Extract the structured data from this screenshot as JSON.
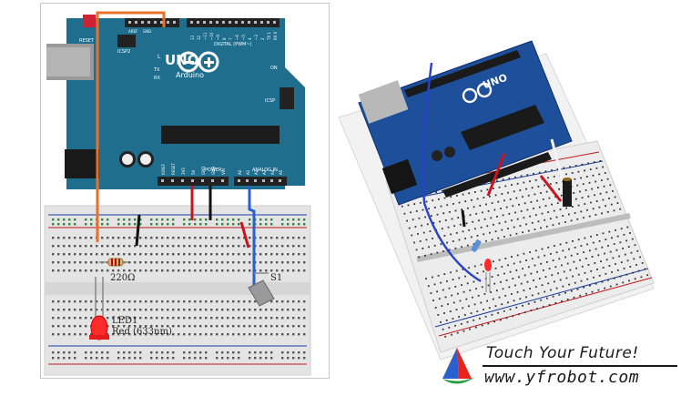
{
  "diagram": {
    "board": {
      "logo_text": "UNO",
      "brand_text": "Arduino",
      "reset_label": "RESET",
      "icsp2_label": "ICSP2",
      "icsp_label": "ICSP",
      "digital_label": "DIGITAL (PWM~)",
      "power_label": "POWER",
      "analog_label": "ANALOG IN",
      "l_label": "L",
      "tx_label": "TX",
      "rx_label": "RX",
      "on_label": "ON",
      "aref_label": "AREF",
      "gnd_label": "GND",
      "digital_pins": [
        "13",
        "12",
        "~11",
        "~10",
        "~9",
        "8",
        "7",
        "~6",
        "~5",
        "4",
        "~3",
        "2",
        "TX 1",
        "RX 0"
      ],
      "power_pins": [
        "IOREF",
        "RESET",
        "3V3",
        "5V",
        "GND",
        "GND",
        "VIN"
      ],
      "analog_pins": [
        "A0",
        "A1",
        "A2",
        "A3",
        "A4",
        "A5"
      ]
    },
    "resistor_label": "220Ω",
    "led_label_line1": "LED1",
    "led_label_line2": "Red (633nm)",
    "switch_label": "S1"
  },
  "photo": {
    "board_logo_text": "UNO"
  },
  "branding": {
    "slogan": "Touch Your Future!",
    "website": "www.yfrobot.com"
  },
  "colors": {
    "board_blue": "#1f6e8e",
    "wire_orange": "#e8712a",
    "wire_red": "#c8141e",
    "wire_black": "#111111",
    "wire_blue": "#2a5fd1",
    "led_red": "#ff2a2a",
    "breadboard": "#e4e4e4"
  }
}
